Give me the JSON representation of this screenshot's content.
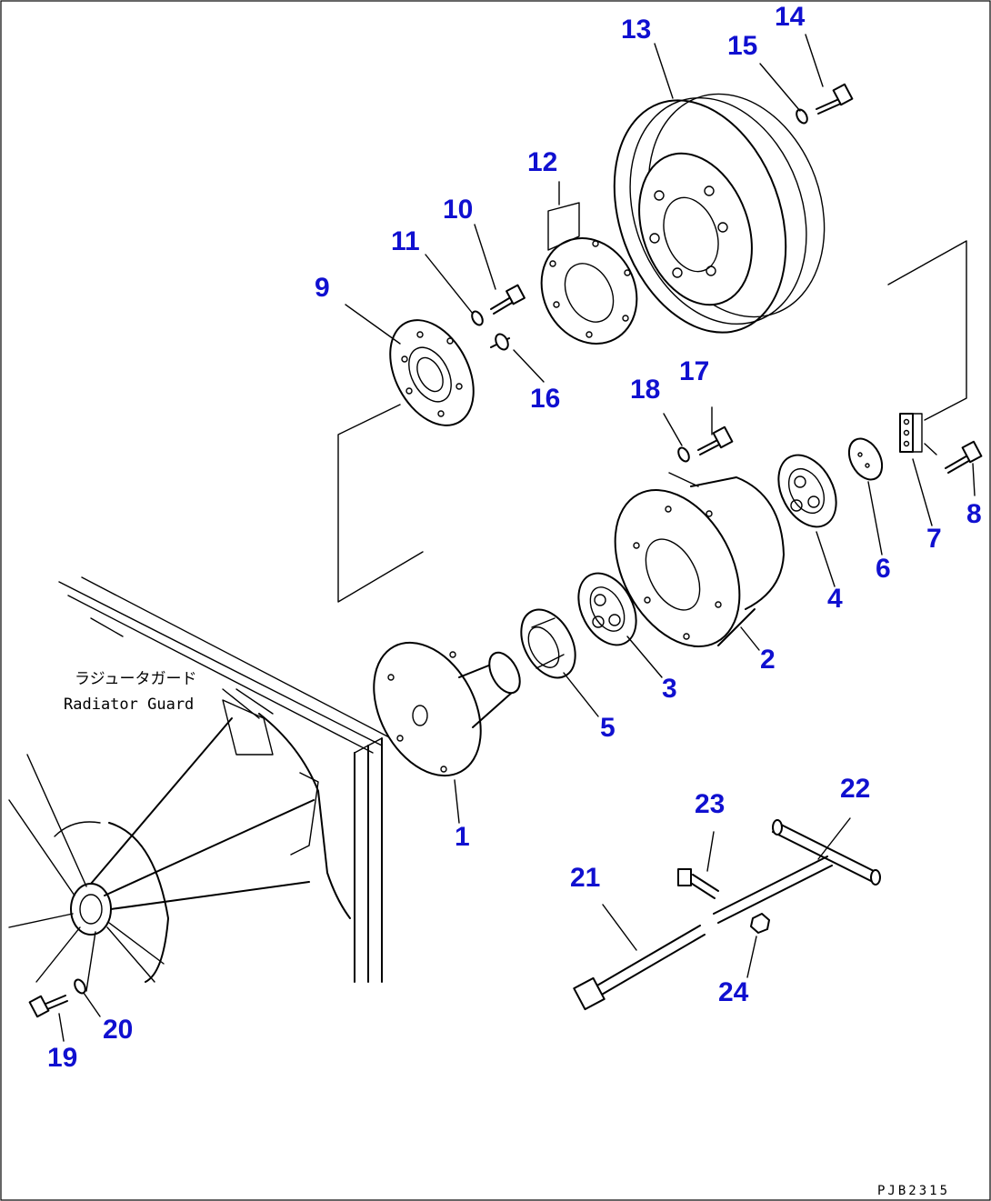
{
  "labels": {
    "p1": "1",
    "p2": "2",
    "p3": "3",
    "p4": "4",
    "p5": "5",
    "p6": "6",
    "p7": "7",
    "p8": "8",
    "p9": "9",
    "p10": "10",
    "p11": "11",
    "p12": "12",
    "p13": "13",
    "p14": "14",
    "p15": "15",
    "p16": "16",
    "p17": "17",
    "p18": "18",
    "p19": "19",
    "p20": "20",
    "p21": "21",
    "p22": "22",
    "p23": "23",
    "p24": "24"
  },
  "radiator_guard": {
    "label_jp": "ラジュータガード",
    "label_en": "Radiator Guard"
  },
  "drawing_code": "PJB2315",
  "colors": {
    "callout": "#1010d0",
    "line": "#000000",
    "background": "#ffffff"
  }
}
